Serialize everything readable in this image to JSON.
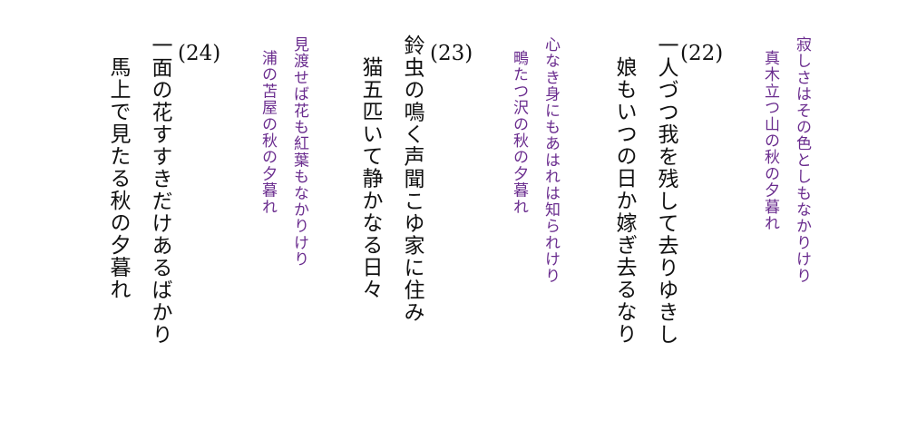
{
  "sections": [
    {
      "quotes": [
        "寂しさはその色としもなかりけり",
        "真木立つ山の秋の夕暮れ"
      ],
      "number": "(22)",
      "lines": [
        "一人づつ我を残して去りゆきし",
        "娘もいつの日か嫁ぎ去るなり"
      ]
    },
    {
      "quotes": [
        "心なき身にもあはれは知られけり",
        "鴫たつ沢の秋の夕暮れ"
      ],
      "number": "(23)",
      "lines": [
        "鈴虫の鳴く声聞こゆ家に住み",
        "猫五匹いて静かなる日々"
      ]
    },
    {
      "quotes": [
        "見渡せば花も紅葉もなかりけり",
        "浦の苫屋の秋の夕暮れ"
      ],
      "number": "(24)",
      "lines": [
        "一面の花すすきだけあるばかり",
        "馬上で見たる秋の夕暮れ"
      ]
    }
  ],
  "colors": {
    "quote": "#6a2c8e",
    "poem": "#111111",
    "background": "#ffffff"
  }
}
